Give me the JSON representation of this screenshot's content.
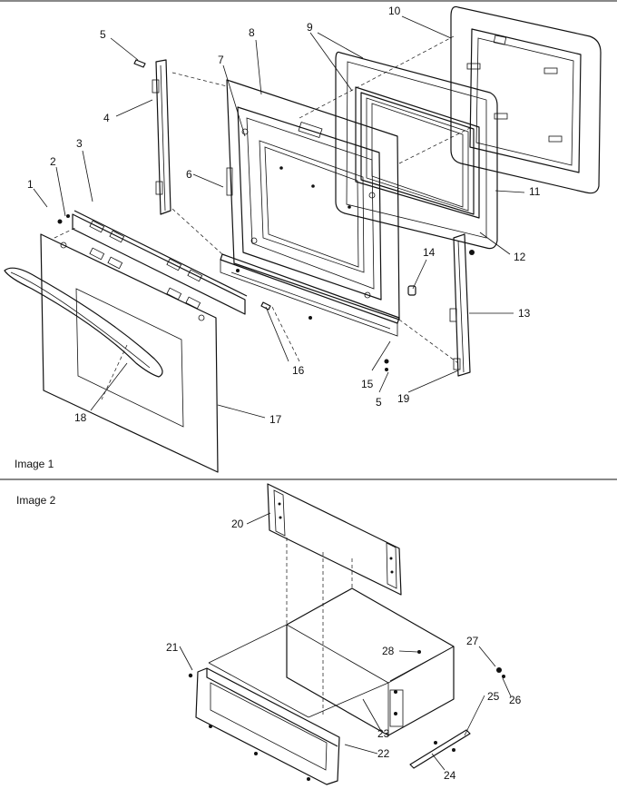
{
  "captions": {
    "image1": "Image 1",
    "image2": "Image 2"
  },
  "callouts": {
    "c1": "1",
    "c2": "2",
    "c3": "3",
    "c4": "4",
    "c5a": "5",
    "c5b": "5",
    "c6": "6",
    "c7": "7",
    "c8": "8",
    "c9": "9",
    "c10": "10",
    "c11": "11",
    "c12": "12",
    "c13": "13",
    "c14": "14",
    "c15": "15",
    "c16": "16",
    "c17": "17",
    "c18": "18",
    "c19": "19",
    "c20": "20",
    "c21": "21",
    "c22": "22",
    "c23": "23",
    "c24": "24",
    "c25": "25",
    "c26": "26",
    "c27": "27",
    "c28": "28"
  }
}
